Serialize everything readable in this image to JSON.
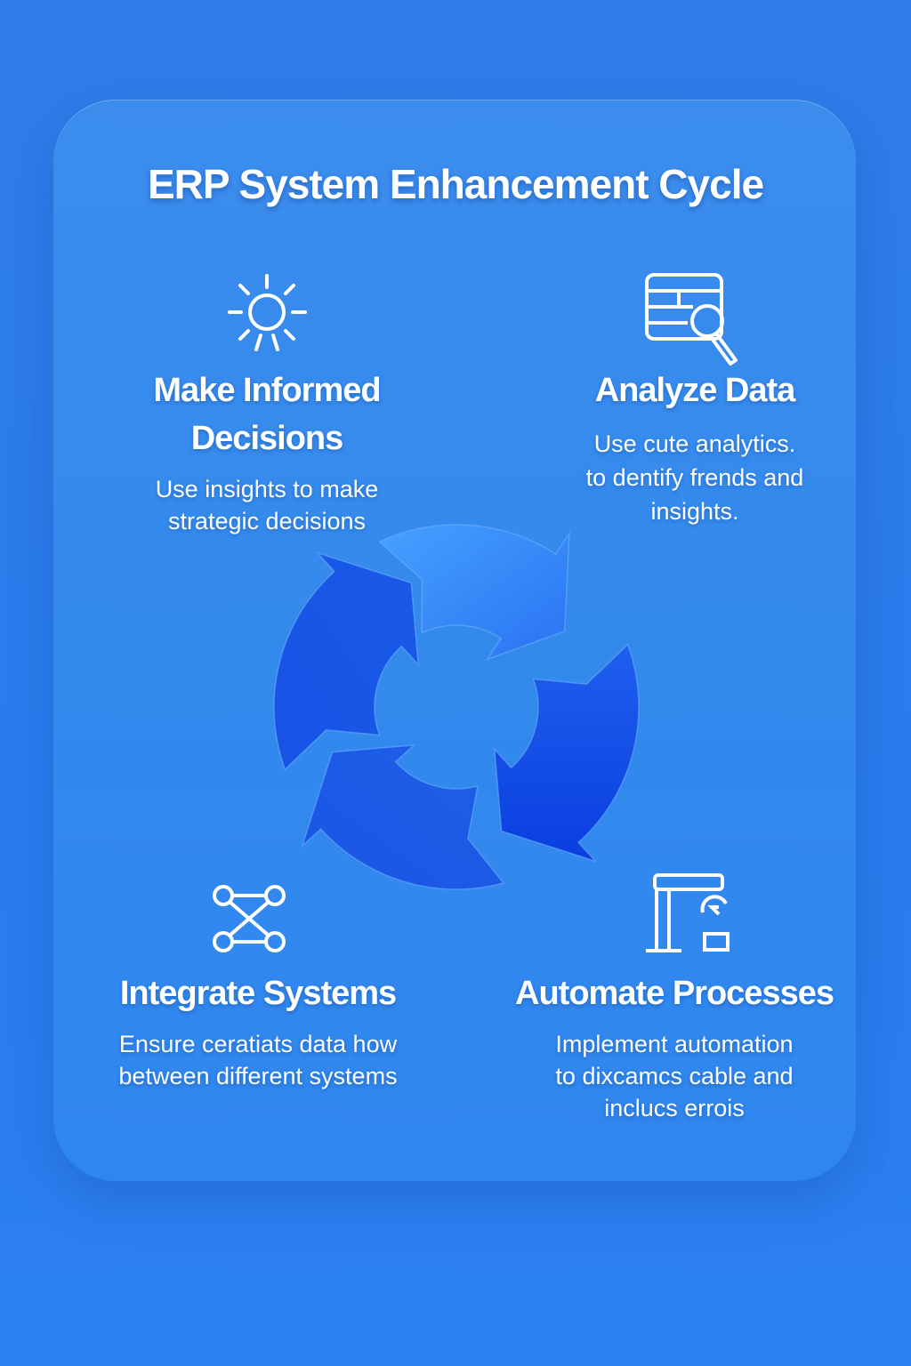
{
  "title": "ERP System Enhancement Cycle",
  "colors": {
    "background": "#2f7de9",
    "card": "#3889ec",
    "arrow_light": "#3f9bff",
    "arrow_dark": "#0a3fe0"
  },
  "steps": [
    {
      "icon": "sun-icon",
      "title": "Make Informed Decisions",
      "title_line1": "Make Informed",
      "title_line2": "Decisions",
      "desc_line1": "Use insights to make",
      "desc_line2": "strategic decisions"
    },
    {
      "icon": "data-analysis-icon",
      "title": "Analyze Data",
      "desc_line1": "Use cute analytics.",
      "desc_line2": "to dentify frends and",
      "desc_line3": "insights."
    },
    {
      "icon": "network-icon",
      "title": "Integrate Systems",
      "desc_line1": "Ensure ceratiats data how",
      "desc_line2": "between different systems"
    },
    {
      "icon": "automation-icon",
      "title": "Automate Processes",
      "desc_line1": "Implement automation",
      "desc_line2": "to dixcamcs cable and",
      "desc_line3": "inclucs errois"
    }
  ]
}
